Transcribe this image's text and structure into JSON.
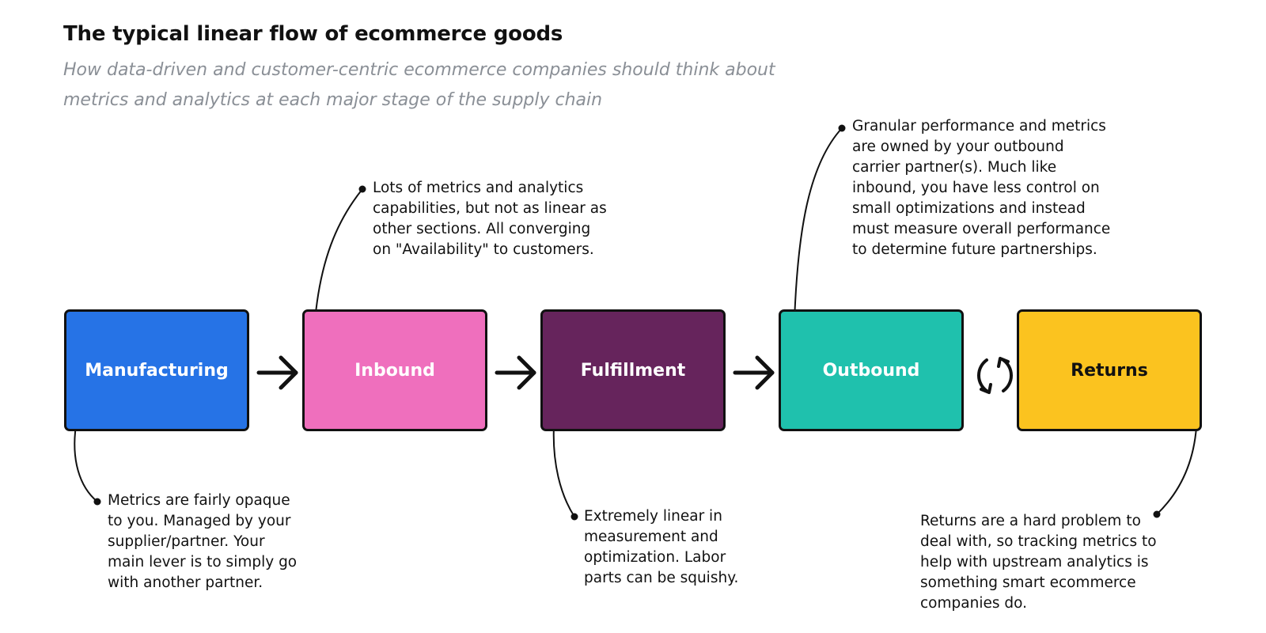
{
  "header": {
    "title": "The typical linear flow of ecommerce goods",
    "subtitle": "How data-driven and customer-centric ecommerce companies should think about metrics and analytics at each major stage of the supply chain"
  },
  "stages": [
    {
      "label": "Manufacturing",
      "color": "#2673e6",
      "text_color": "#ffffff"
    },
    {
      "label": "Inbound",
      "color": "#ef6fbd",
      "text_color": "#ffffff"
    },
    {
      "label": "Fulfillment",
      "color": "#66245c",
      "text_color": "#ffffff"
    },
    {
      "label": "Outbound",
      "color": "#1fc1ad",
      "text_color": "#ffffff"
    },
    {
      "label": "Returns",
      "color": "#fbc31f",
      "text_color": "#111111"
    }
  ],
  "notes": {
    "manufacturing": "Metrics are fairly opaque\nto you. Managed by your\nsupplier/partner. Your\nmain lever is to simply go\nwith another partner.",
    "inbound": "Lots of metrics and analytics\ncapabilities, but not as linear as\nother sections. All converging\non \"Availability\" to customers.",
    "fulfillment": "Extremely linear in\nmeasurement and\noptimization. Labor\nparts can be squishy.",
    "outbound": "Granular performance and metrics\nare owned by your outbound\ncarrier partner(s). Much like\ninbound, you have less control on\nsmall optimizations and instead\nmust measure overall performance\nto determine future partnerships.",
    "returns": "Returns are a hard problem to\ndeal with, so tracking metrics to\nhelp with upstream analytics is\nsomething smart ecommerce\ncompanies do."
  },
  "icons": {
    "flow_arrow": "arrow-right-icon",
    "returns_cycle": "cycle-arrows-icon"
  }
}
